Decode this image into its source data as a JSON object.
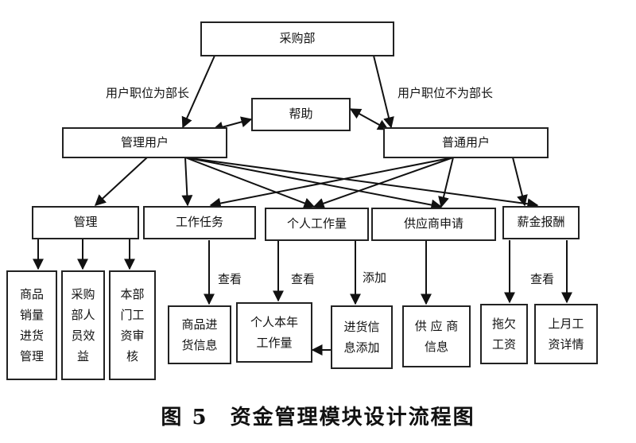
{
  "nodes": {
    "purchasing_dept": "采购部",
    "help": "帮助",
    "admin_user": "管理用户",
    "normal_user": "普通用户",
    "management": "管理",
    "work_task": "工作任务",
    "personal_workload": "个人工作量",
    "supplier_application": "供应商申请",
    "salary_pay": "薪金报酬",
    "leaf_sales": [
      "商品",
      "销量",
      "进货",
      "管理"
    ],
    "leaf_staff": [
      "采购",
      "部人",
      "员效",
      "益"
    ],
    "leaf_dept": [
      "本部",
      "门工",
      "资审",
      "核"
    ],
    "leaf_goods_info": [
      "商品进",
      "货信息"
    ],
    "leaf_personal_year": [
      "个人本年",
      "工作量"
    ],
    "leaf_add_info": [
      "进货信",
      "息添加"
    ],
    "leaf_supplier_info": [
      "供 应 商",
      "信息"
    ],
    "leaf_arrears": [
      "拖欠",
      "工资"
    ],
    "leaf_last_month": [
      "上月工",
      "资详情"
    ]
  },
  "edge_labels": {
    "is_head": "用户职位为部长",
    "not_head": "用户职位不为部长",
    "view_1": "查看",
    "view_2": "查看",
    "add": "添加",
    "view_3": "查看"
  },
  "caption": "图 5　资金管理模块设计流程图"
}
